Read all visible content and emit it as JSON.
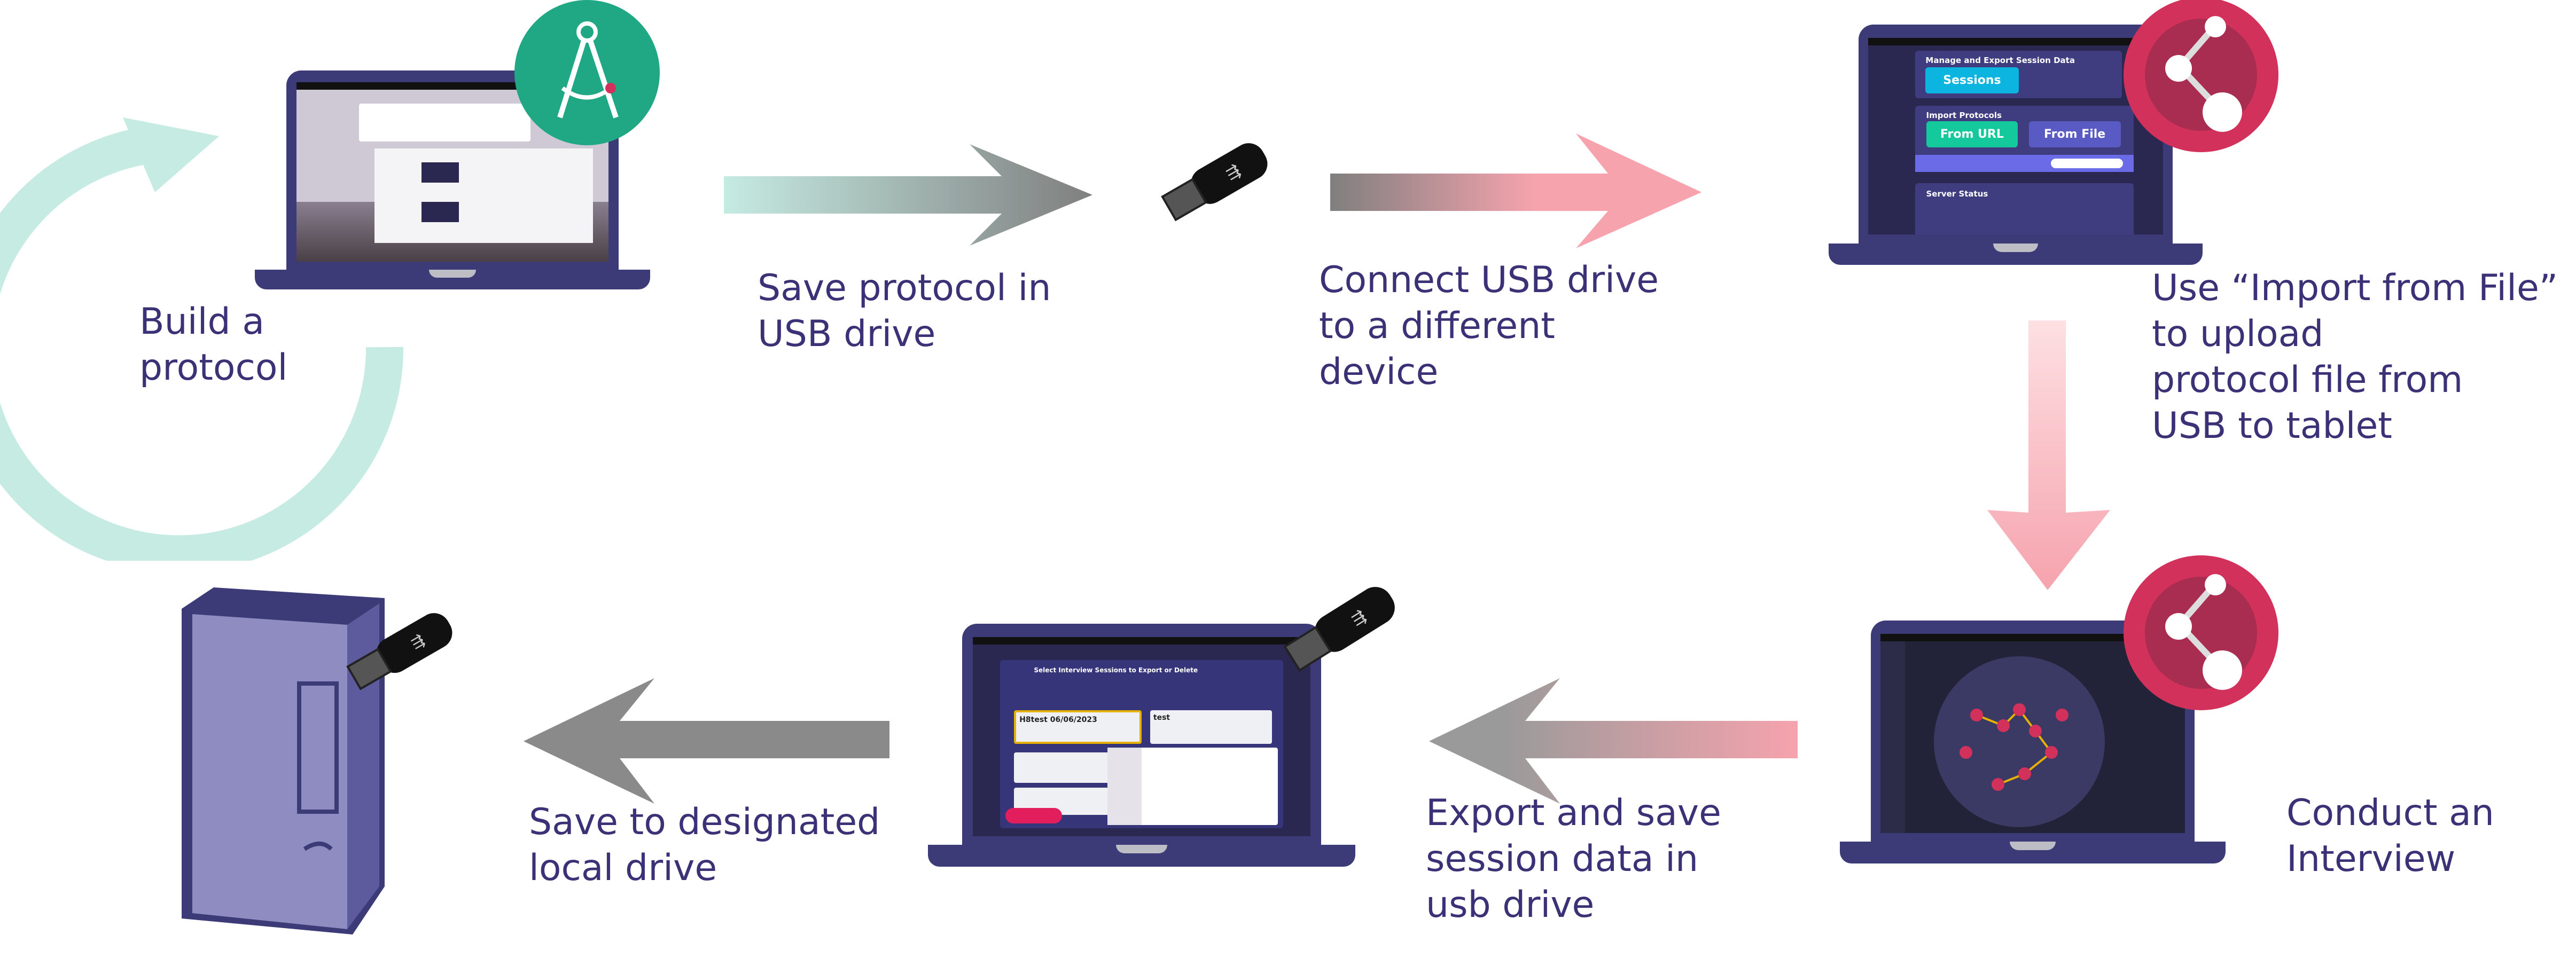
{
  "steps": [
    {
      "id": "build",
      "lines": [
        "Build a",
        "protocol"
      ]
    },
    {
      "id": "save-usb",
      "lines": [
        "Save protocol in",
        "USB drive"
      ]
    },
    {
      "id": "connect",
      "lines": [
        "Connect USB drive",
        "to a different",
        "device"
      ]
    },
    {
      "id": "import",
      "lines": [
        "Use “Import from File”",
        "to upload",
        "protocol file from",
        "USB to tablet"
      ]
    },
    {
      "id": "interview",
      "lines": [
        "Conduct an",
        "Interview"
      ]
    },
    {
      "id": "export",
      "lines": [
        "Export and save",
        "session data in",
        "usb drive"
      ]
    },
    {
      "id": "local",
      "lines": [
        "Save to designated",
        "local drive"
      ]
    }
  ],
  "import_screen": {
    "manage_title": "Manage and Export Session Data",
    "sessions_card": "Sessions",
    "import_title": "Import Protocols",
    "from_url": "From URL",
    "from_file": "From File",
    "server_title": "Server Status"
  },
  "export_screen": {
    "title": "Select Interview Sessions to Export or Delete",
    "session_name": "H8test 06/06/2023",
    "other_session": "test"
  },
  "icons": {
    "architect": "compass-icon",
    "network_canvas": "share-node-icon",
    "usb": "usb-drive-icon",
    "server": "server-tower-icon"
  },
  "colors": {
    "text": "#3b3176",
    "teal": "#c5ebe2",
    "gray": "#7f7f7f",
    "pink": "#f6a3ad",
    "laptop": "#3d3a78",
    "badge_red": "#d1315a",
    "badge_green": "#1fa883"
  }
}
